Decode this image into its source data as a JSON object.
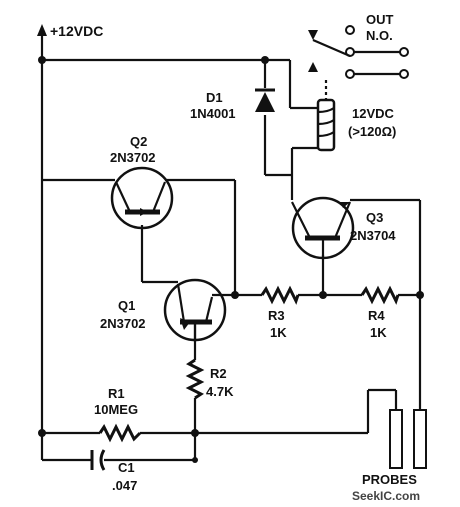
{
  "supply": {
    "label": "+12VDC"
  },
  "relay_out": {
    "line1": "OUT",
    "line2": "N.O."
  },
  "d1": {
    "name": "D1",
    "part": "1N4001"
  },
  "relay_coil": {
    "line1": "12VDC",
    "line2": "(>120Ω)"
  },
  "q2": {
    "name": "Q2",
    "part": "2N3702"
  },
  "q3": {
    "name": "Q3",
    "part": "2N3704"
  },
  "q1": {
    "name": "Q1",
    "part": "2N3702"
  },
  "r3": {
    "name": "R3",
    "value": "1K"
  },
  "r4": {
    "name": "R4",
    "value": "1K"
  },
  "r2": {
    "name": "R2",
    "value": "4.7K"
  },
  "r1": {
    "name": "R1",
    "value": "10MEG"
  },
  "c1": {
    "name": "C1",
    "value": ".047"
  },
  "probes": {
    "label": "PROBES"
  },
  "watermark": {
    "text": "SeekIC.com"
  }
}
